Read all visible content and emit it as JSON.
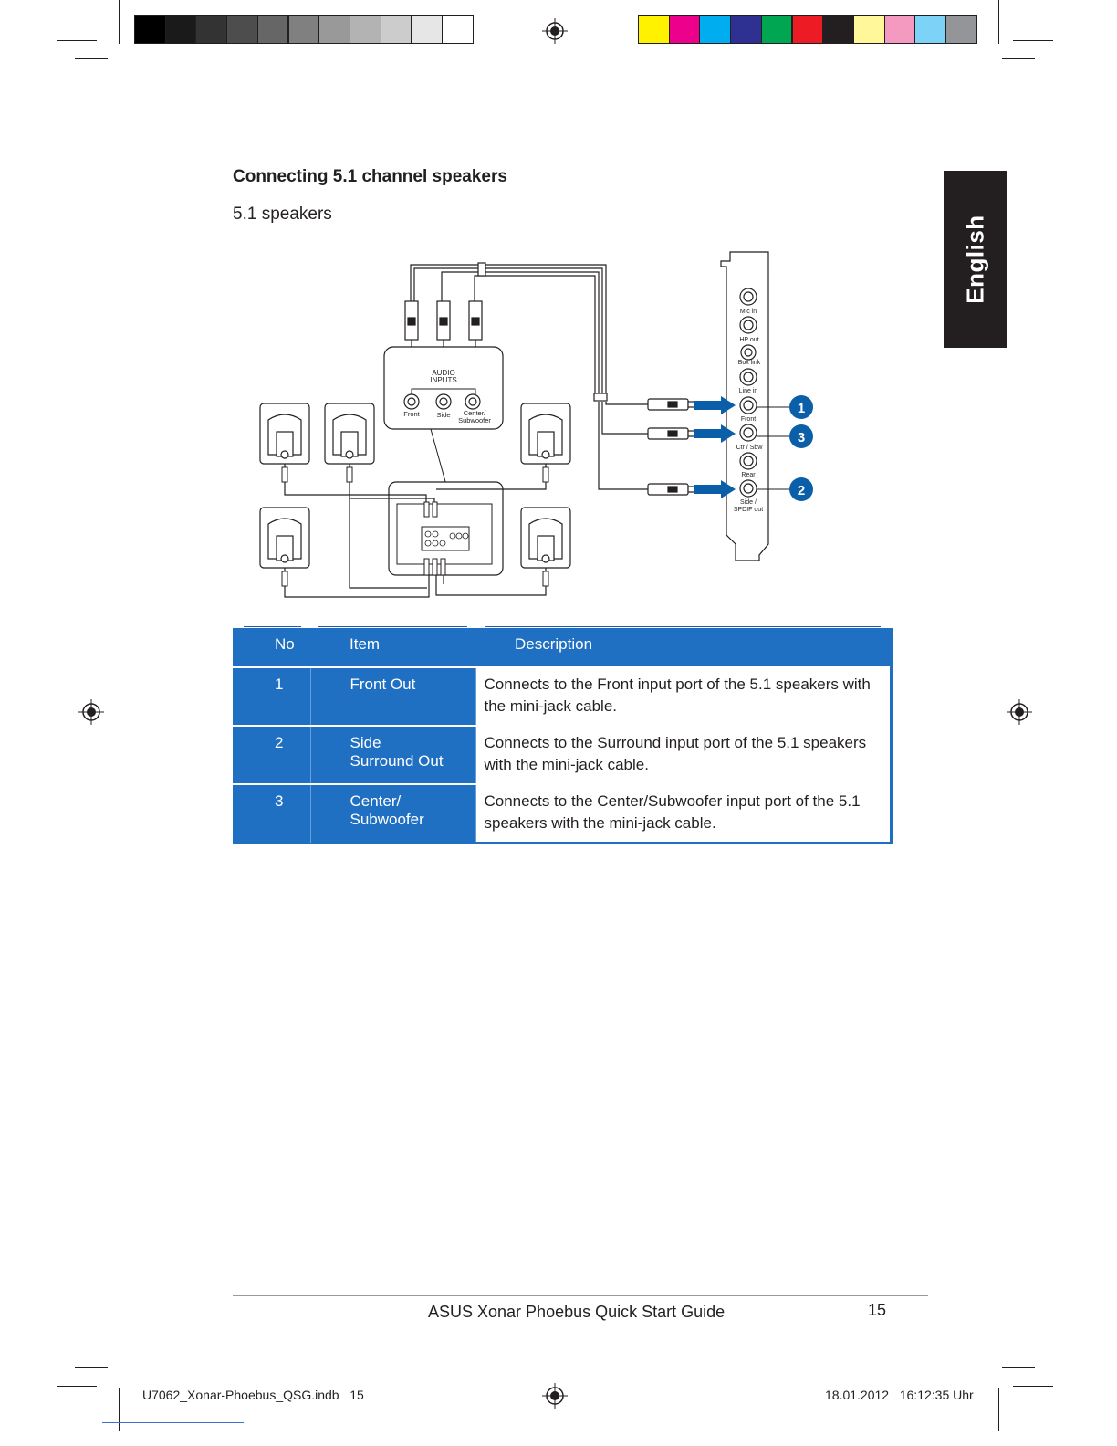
{
  "page": {
    "title": "Connecting 5.1 channel speakers",
    "subtitle": "5.1 speakers",
    "language_tab": "English",
    "footer_text": "ASUS Xonar Phoebus Quick Start Guide",
    "page_number": "15",
    "slug_left": "U7062_Xonar-Phoebus_QSG.indb   15",
    "slug_right": "18.01.2012   16:12:35 Uhr"
  },
  "colors": {
    "grey_swatches": [
      "#000000",
      "#1a1a1a",
      "#333333",
      "#4d4d4d",
      "#666666",
      "#808080",
      "#999999",
      "#b3b3b3",
      "#cccccc",
      "#e6e6e6",
      "#ffffff"
    ],
    "color_swatches": [
      "#fff200",
      "#ec008c",
      "#00aeef",
      "#2e3192",
      "#00a651",
      "#ed1c24",
      "#231f20",
      "#fff799",
      "#f49ac1",
      "#7dd3f7",
      "#939598"
    ],
    "table_blue": "#1f6fc2",
    "arrow_blue": "#0a5fa8"
  },
  "diagram": {
    "audio_inputs_label": "AUDIO\nINPUTS",
    "input_labels": [
      "Front",
      "Side",
      "Center/\nSubwoofer"
    ],
    "card_ports": [
      "Mic in",
      "HP out",
      "Box link",
      "Line in",
      "Front",
      "Ctr / Sbw",
      "Rear",
      "Side /\nSPDIF out"
    ],
    "callouts": [
      "1",
      "3",
      "2"
    ]
  },
  "table": {
    "headers": [
      "No",
      "Item",
      "Description"
    ],
    "rows": [
      {
        "no": "1",
        "item": "Front Out",
        "description": "Connects to the Front input port of the 5.1 speakers with the mini-jack cable."
      },
      {
        "no": "2",
        "item": "Side Surround Out",
        "description": "Connects to the Surround input port of the 5.1 speakers with the mini-jack cable."
      },
      {
        "no": "3",
        "item": "Center/ Subwoofer",
        "description": "Connects to the Center/Subwoofer input port of the 5.1 speakers with the mini-jack cable."
      }
    ]
  }
}
